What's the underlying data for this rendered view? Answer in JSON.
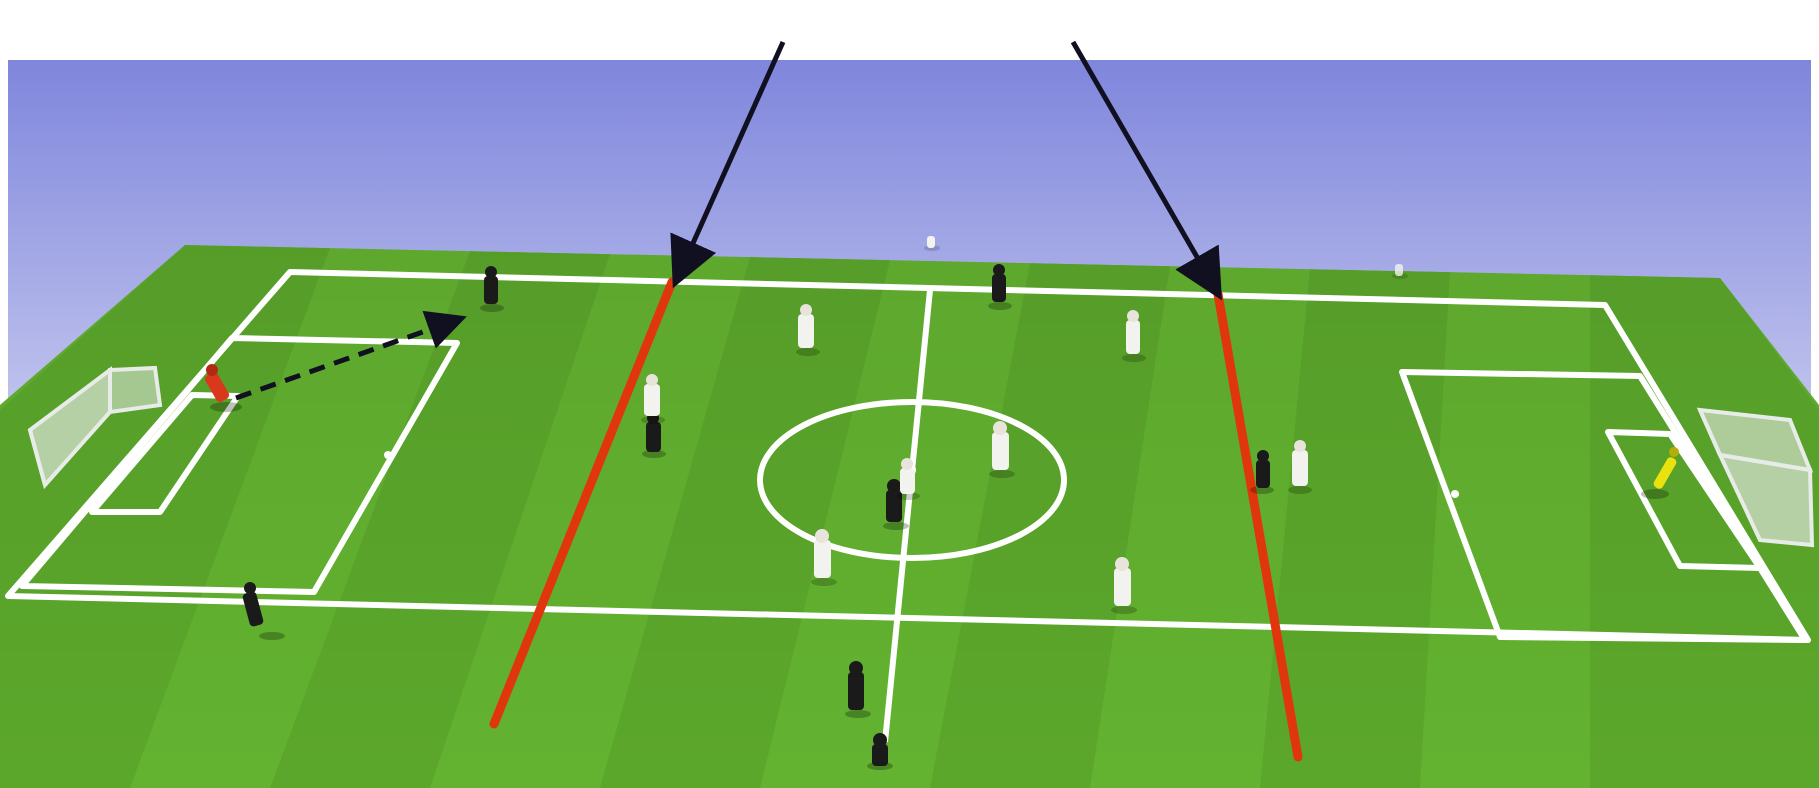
{
  "caption": "",
  "colors": {
    "sky_top": "#7f86dc",
    "sky_bottom": "#e6e8f8",
    "grass_light": "#67b733",
    "grass_dark": "#5aa52b",
    "line_white": "#ffffff",
    "zone_line_red": "#e0360e",
    "arrow_dark": "#101020",
    "team_white": "#f2f2ee",
    "team_black": "#1a1a1a",
    "goalkeeper_red": "#d9381c",
    "goalkeeper_yellow": "#e9e20f"
  },
  "players": {
    "white_team": 10,
    "dark_team": 8,
    "goalkeepers": [
      "red",
      "yellow"
    ]
  },
  "objects": [
    "pitch",
    "left-goal",
    "right-goal",
    "center-circle",
    "left-red-zone-line",
    "right-red-zone-line",
    "left-arrow",
    "right-arrow",
    "pass-arrow"
  ]
}
